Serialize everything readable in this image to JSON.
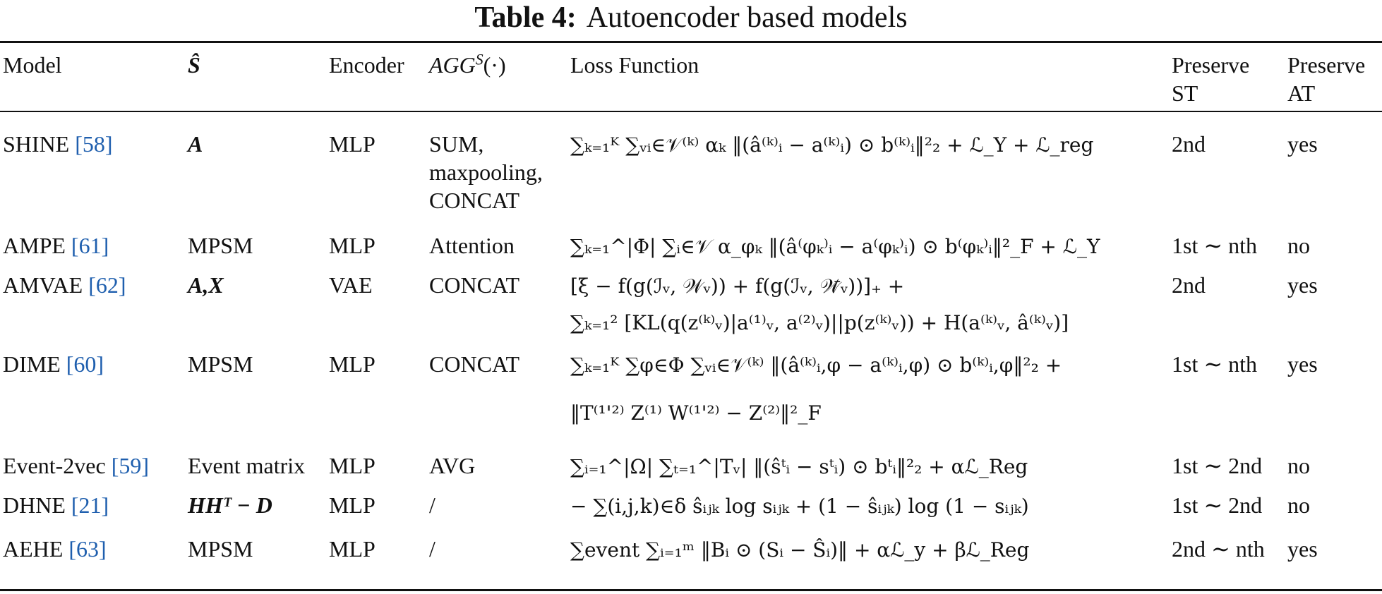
{
  "caption": {
    "label": "Table 4:",
    "title": "Autoencoder based models"
  },
  "headers": {
    "model": "Model",
    "s_hat": "Ŝ",
    "encoder": "Encoder",
    "agg_base": "AGG",
    "agg_sup": "S",
    "agg_tail": "(·)",
    "loss": "Loss Function",
    "preserve_st_1": "Preserve",
    "preserve_st_2": "ST",
    "preserve_at_1": "Preserve",
    "preserve_at_2": "AT"
  },
  "rows": [
    {
      "model": "SHINE",
      "ref": "[58]",
      "s": "A",
      "encoder": "MLP",
      "agg": [
        "SUM,",
        "maxpooling,",
        "CONCAT"
      ],
      "loss": [
        "∑ₖ₌₁ᴷ ∑ᵥᵢ∈𝒱⁽ᵏ⁾ αₖ ‖(â⁽ᵏ⁾ᵢ − a⁽ᵏ⁾ᵢ) ⊙ b⁽ᵏ⁾ᵢ‖²₂ + ℒ_Y + ℒ_reg"
      ],
      "st": "2nd",
      "at": "yes"
    },
    {
      "model": "AMPE",
      "ref": "[61]",
      "s": "MPSM",
      "encoder": "MLP",
      "agg": [
        "Attention"
      ],
      "loss": [
        "∑ₖ₌₁^|Φ| ∑ᵢ∈𝒱 α_φₖ ‖(â⁽φₖ⁾ᵢ − a⁽φₖ⁾ᵢ) ⊙ b⁽φₖ⁾ᵢ‖²_F + ℒ_Y"
      ],
      "st": "1st ∼ nth",
      "at": "no"
    },
    {
      "model": "AMVAE",
      "ref": "[62]",
      "s": "A,X",
      "encoder": "VAE",
      "agg": [
        "CONCAT"
      ],
      "loss": [
        "[ξ − f(g(ℐᵥ, 𝒲ᵥ)) + f(g(ℐᵥ, 𝒲̄ᵥ))]₊ +",
        "∑ₖ₌₁² [KL(q(z⁽ᵏ⁾ᵥ)|a⁽¹⁾ᵥ, a⁽²⁾ᵥ)||p(z⁽ᵏ⁾ᵥ)) + H(a⁽ᵏ⁾ᵥ, â⁽ᵏ⁾ᵥ)]"
      ],
      "st": "2nd",
      "at": "yes"
    },
    {
      "model": "DIME",
      "ref": "[60]",
      "s": "MPSM",
      "encoder": "MLP",
      "agg": [
        "CONCAT"
      ],
      "loss": [
        "∑ₖ₌₁ᴷ ∑φ∈Φ ∑ᵥᵢ∈𝒱⁽ᵏ⁾ ‖(â⁽ᵏ⁾ᵢ,φ − a⁽ᵏ⁾ᵢ,φ) ⊙ b⁽ᵏ⁾ᵢ,φ‖²₂ +",
        "‖T⁽¹'²⁾ Z⁽¹⁾ W⁽¹'²⁾ − Z⁽²⁾‖²_F"
      ],
      "st": "1st ∼ nth",
      "at": "yes"
    },
    {
      "model": "Event-2vec",
      "ref": "[59]",
      "s": "Event matrix",
      "encoder": "MLP",
      "agg": [
        "AVG"
      ],
      "loss": [
        "∑ᵢ₌₁^|Ω| ∑ₜ₌₁^|Tᵥ| ‖(ŝᵗᵢ − sᵗᵢ) ⊙ bᵗᵢ‖²₂ + αℒ_Reg"
      ],
      "st": "1st ∼ 2nd",
      "at": "no"
    },
    {
      "model": "DHNE",
      "ref": "[21]",
      "s": "HHᵀ − D",
      "encoder": "MLP",
      "agg": [
        "/"
      ],
      "loss": [
        "− ∑(i,j,k)∈δ ŝᵢⱼₖ log sᵢⱼₖ + (1 − ŝᵢⱼₖ) log (1 − sᵢⱼₖ)"
      ],
      "st": "1st ∼ 2nd",
      "at": "no"
    },
    {
      "model": "AEHE",
      "ref": "[63]",
      "s": "MPSM",
      "encoder": "MLP",
      "agg": [
        "/"
      ],
      "loss": [
        "∑event ∑ᵢ₌₁ᵐ ‖Bᵢ ⊙ (Sᵢ − Ŝᵢ)‖ + αℒ_y + βℒ_Reg"
      ],
      "st": "2nd ∼ nth",
      "at": "yes"
    }
  ]
}
